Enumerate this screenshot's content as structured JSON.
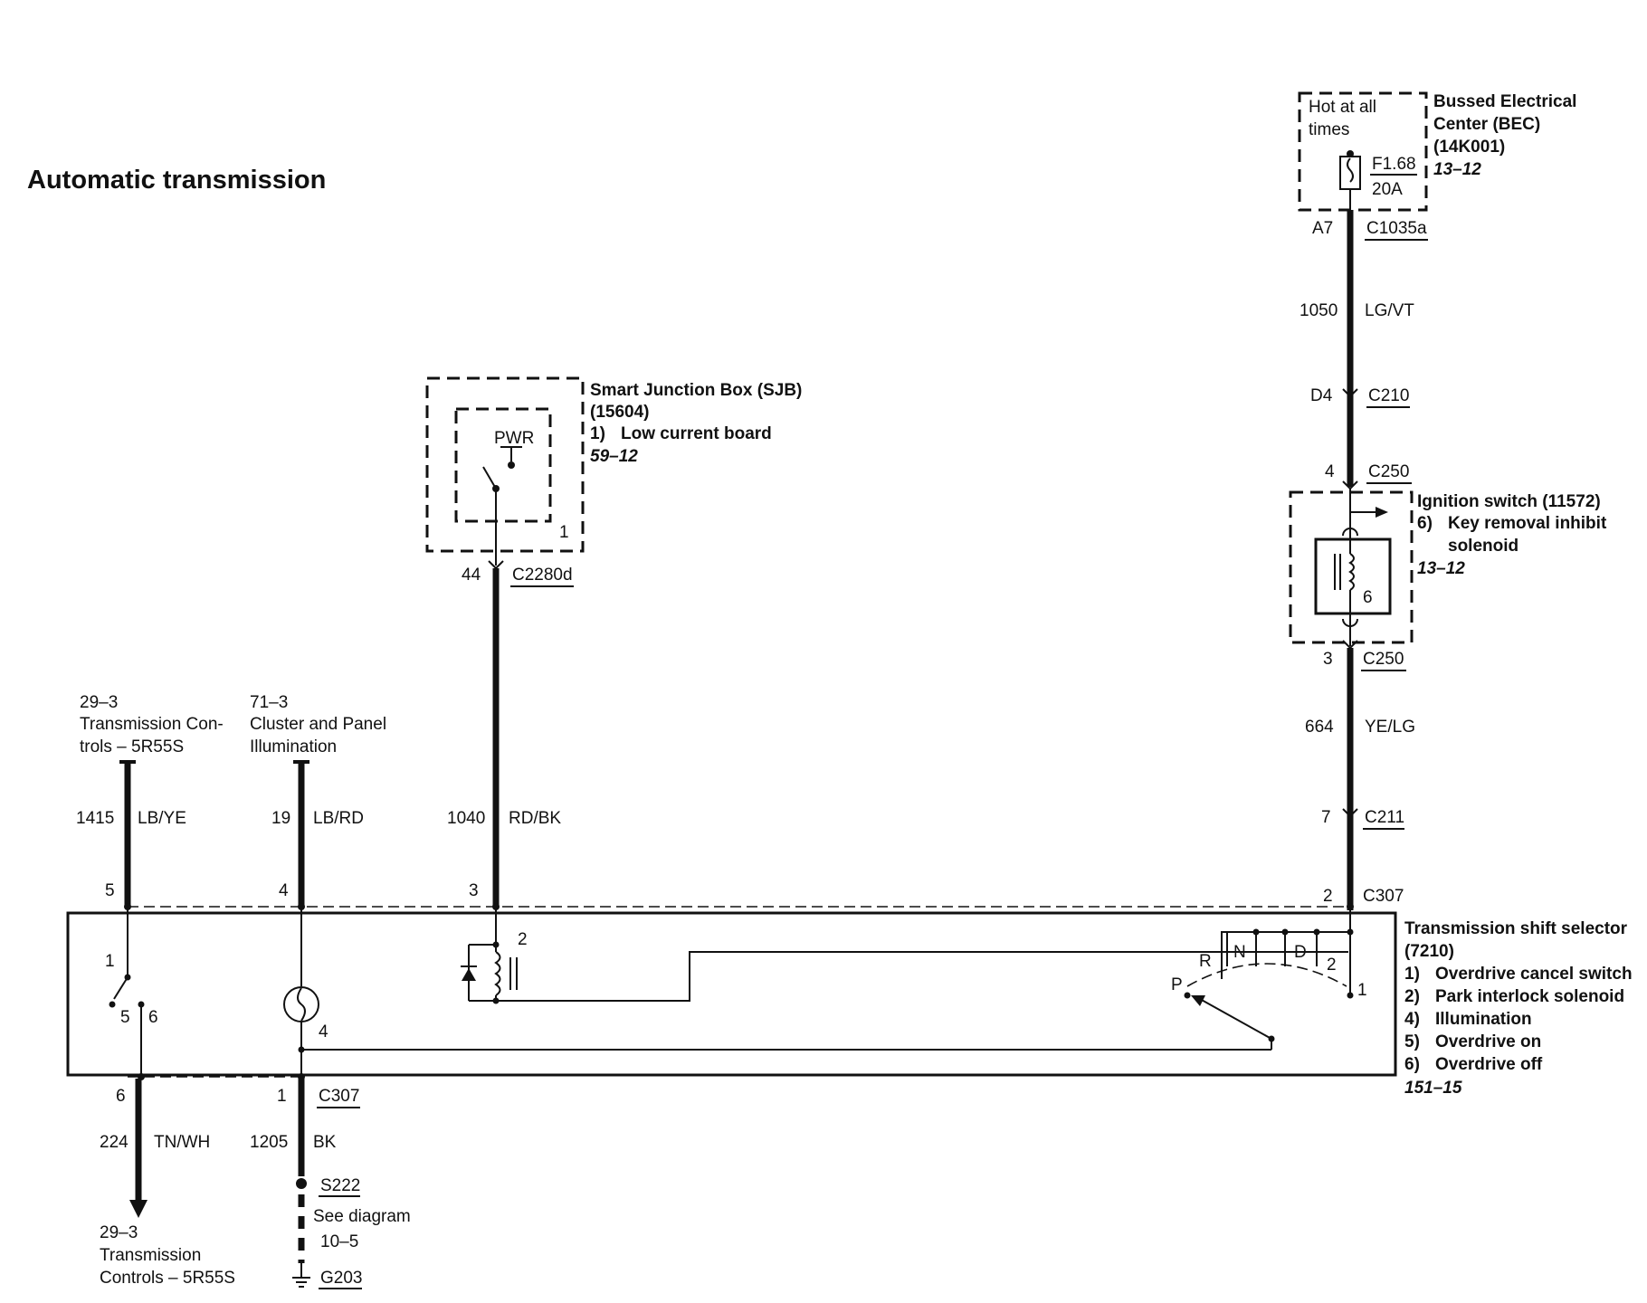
{
  "title": "Automatic transmission",
  "bec": {
    "name_line1": "Bussed Electrical",
    "name_line2": "Center (BEC)",
    "part": "(14K001)",
    "ref": "13–12",
    "hot_line1": "Hot at all",
    "hot_line2": "times",
    "fuse_id": "F1.68",
    "fuse_rating": "20A",
    "pin": "A7",
    "connector": "C1035a"
  },
  "wire_1050": {
    "circuit": "1050",
    "color": "LG/VT"
  },
  "c210": {
    "pin": "D4",
    "connector": "C210"
  },
  "c250_top": {
    "pin": "4",
    "connector": "C250"
  },
  "ignition": {
    "name": "Ignition switch (11572)",
    "item": "6)",
    "item_line1": "Key removal inhibit",
    "item_line2": "solenoid",
    "ref": "13–12",
    "inner_pin": "6"
  },
  "c250_bottom": {
    "pin": "3",
    "connector": "C250"
  },
  "wire_664": {
    "circuit": "664",
    "color": "YE/LG"
  },
  "c211": {
    "pin": "7",
    "connector": "C211"
  },
  "c307_right": {
    "pin": "2",
    "connector": "C307"
  },
  "sjb": {
    "name": "Smart Junction Box (SJB)",
    "part": "(15604)",
    "item": "1)",
    "item_label": "Low current board",
    "ref": "59–12",
    "pwr": "PWR",
    "pin": "1"
  },
  "c2280d": {
    "pin": "44",
    "connector": "C2280d"
  },
  "wire_1040": {
    "circuit": "1040",
    "color": "RD/BK",
    "pin": "3"
  },
  "trans_ctrl_top": {
    "ref": "29–3",
    "line1": "Transmission Con-",
    "line2": "trols – 5R55S"
  },
  "wire_1415": {
    "circuit": "1415",
    "color": "LB/YE",
    "pin": "5"
  },
  "cluster": {
    "ref": "71–3",
    "line1": "Cluster and Panel",
    "line2": "Illumination"
  },
  "wire_19": {
    "circuit": "19",
    "color": "LB/RD",
    "pin": "4"
  },
  "selector": {
    "name_line1": "Transmission shift selector",
    "name_line2": "(7210)",
    "legend": [
      {
        "num": "1)",
        "label": "Overdrive cancel switch"
      },
      {
        "num": "2)",
        "label": "Park interlock solenoid"
      },
      {
        "num": "4)",
        "label": "Illumination"
      },
      {
        "num": "5)",
        "label": "Overdrive on"
      },
      {
        "num": "6)",
        "label": "Overdrive off"
      }
    ],
    "ref": "151–15",
    "switch_pin1": "1",
    "switch_pin5": "5",
    "switch_pin6": "6",
    "solenoid_pin": "2",
    "lamp_pin": "4",
    "gear_p": "P",
    "gear_r": "R",
    "gear_n": "N",
    "gear_d": "D",
    "gear_2": "2",
    "gear_1": "1"
  },
  "bottom": {
    "pin_left": "6",
    "pin_mid": "1",
    "connector": "C307",
    "wire_224": {
      "circuit": "224",
      "color": "TN/WH"
    },
    "wire_1205": {
      "circuit": "1205",
      "color": "BK"
    },
    "splice": "S222",
    "see_line1": "See diagram",
    "see_line2": "10–5",
    "ground": "G203",
    "trans_ref": "29–3",
    "trans_line1": "Transmission",
    "trans_line2": "Controls – 5R55S"
  }
}
